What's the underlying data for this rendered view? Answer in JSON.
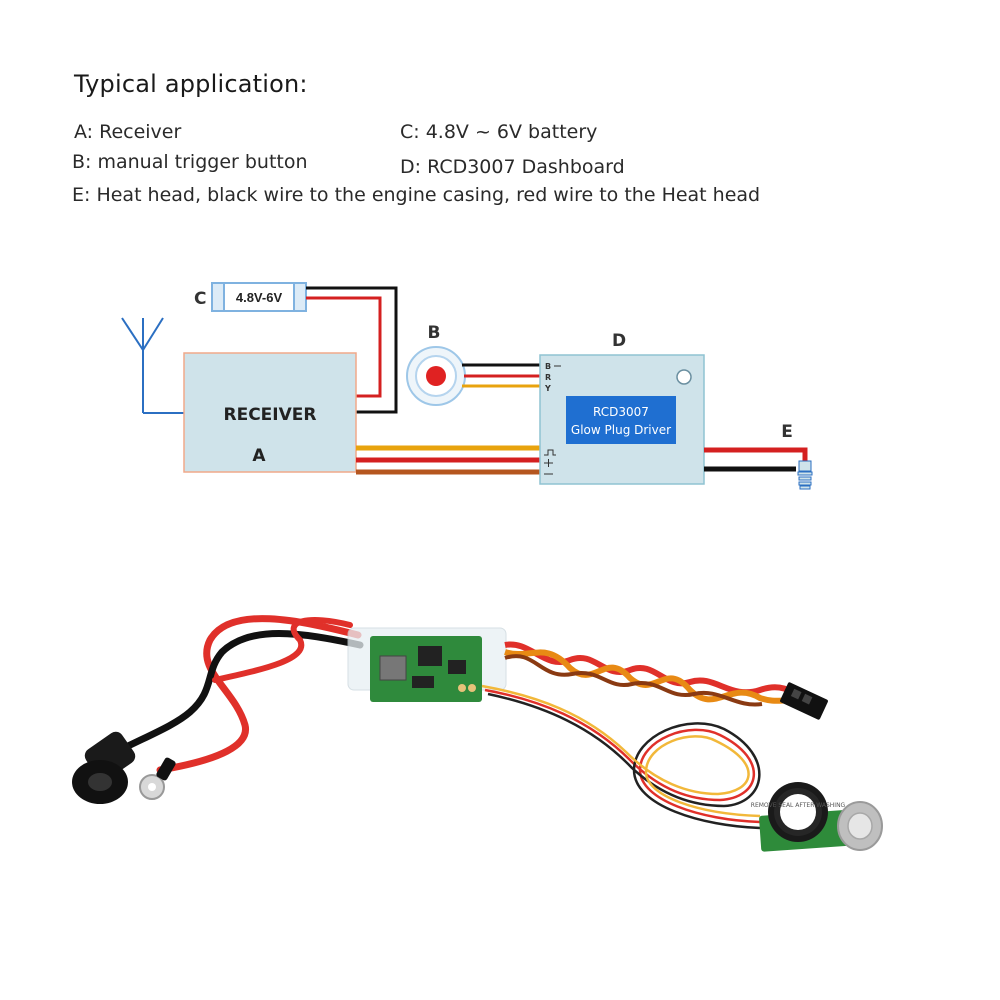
{
  "header": {
    "title": "Typical application:"
  },
  "legend": {
    "a": "A: Receiver",
    "b": "B: manual trigger button",
    "c": "C: 4.8V ~ 6V battery",
    "d": "D: RCD3007 Dashboard",
    "e": "E: Heat head, black wire to the engine casing, red wire to the Heat head"
  },
  "diagram": {
    "label_a": "A",
    "label_b": "B",
    "label_c": "C",
    "label_d": "D",
    "label_e": "E",
    "battery_text": "4.8V-6V",
    "receiver_text": "RECEIVER",
    "driver_line1": "RCD3007",
    "driver_line2": "Glow Plug Driver",
    "pin_b": "B",
    "pin_r": "R",
    "pin_y": "Y",
    "buzzer_text": "REMOVE SEAL AFTER WASHING"
  },
  "colors": {
    "box_fill": "#cfe3ea",
    "receiver_border": "#f0a98a",
    "driver_border": "#8fc3d2",
    "driver_label_bg": "#1f6fd1",
    "wire_red": "#d42020",
    "wire_black": "#111111",
    "wire_orange": "#e8a30e",
    "wire_brown": "#b5561f",
    "battery_border": "#7fb2e0",
    "wire_blue": "#2b6fc2"
  }
}
